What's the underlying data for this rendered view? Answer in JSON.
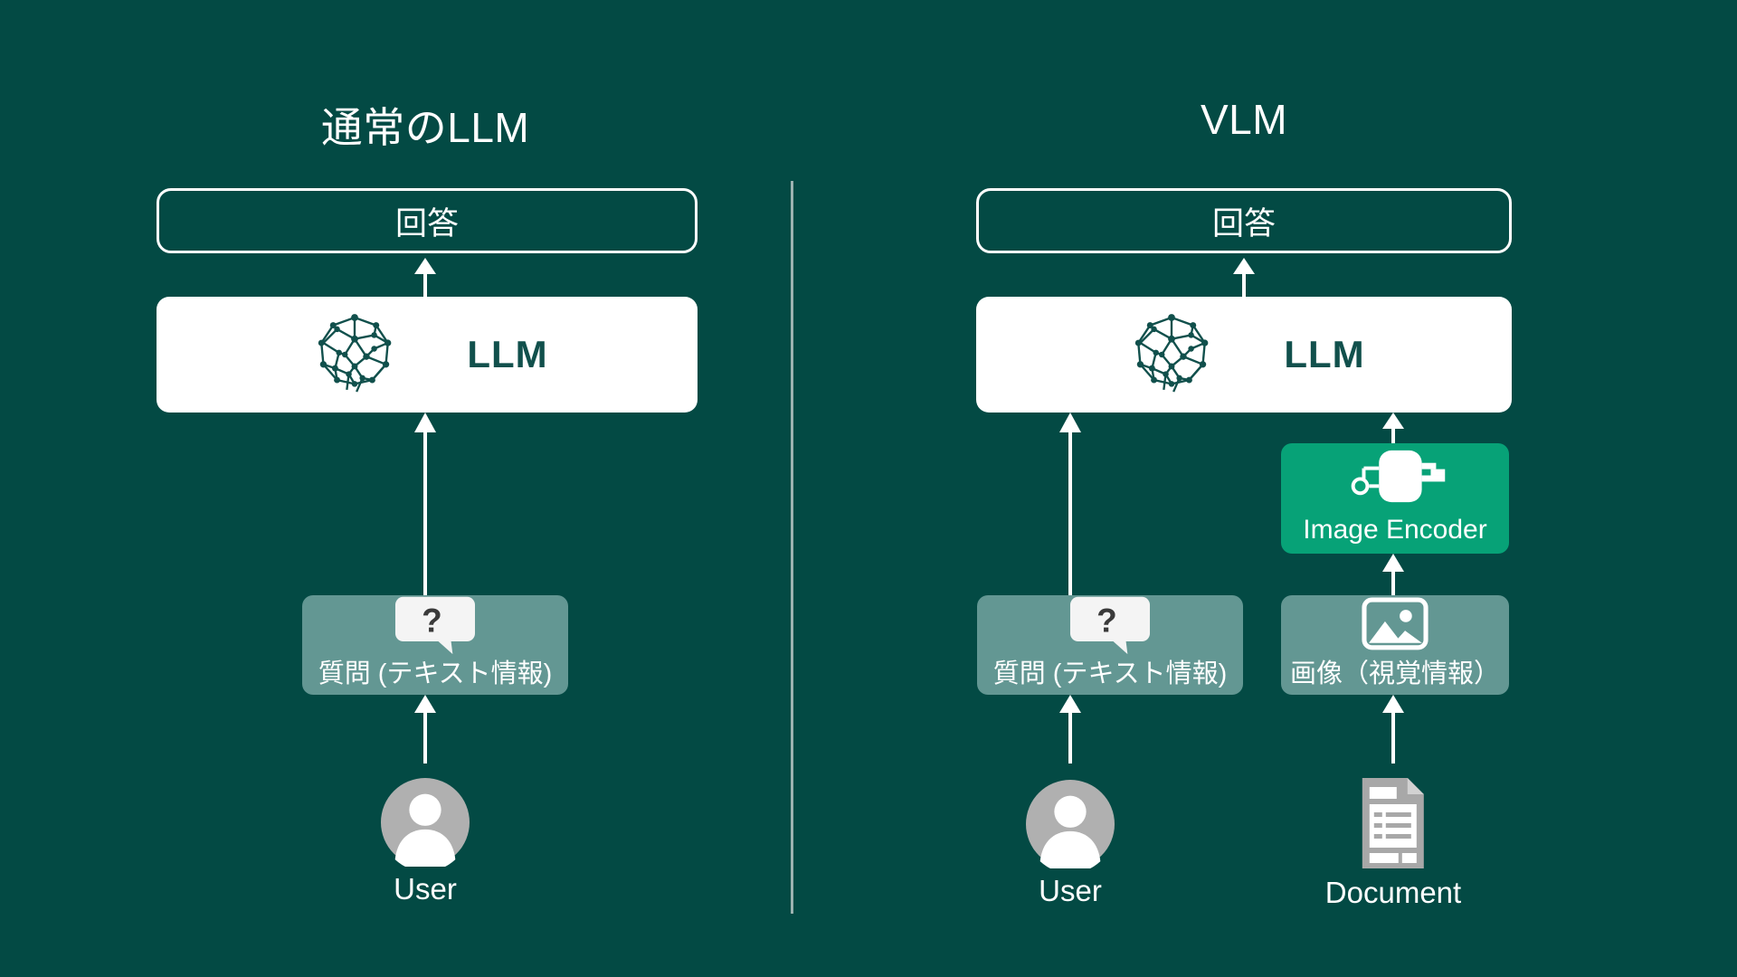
{
  "diagram": {
    "background_color": "#034a44",
    "panels": [
      {
        "id": "llm",
        "title": "通常のLLM",
        "nodes": {
          "answer": "回答",
          "model": "LLM",
          "question": "質問 (テキスト情報)",
          "user": "User"
        }
      },
      {
        "id": "vlm",
        "title": "VLM",
        "nodes": {
          "answer": "回答",
          "model": "LLM",
          "encoder": "Image Encoder",
          "question": "質問 (テキスト情報)",
          "image": "画像（視覚情報）",
          "user": "User",
          "document": "Document"
        }
      }
    ],
    "colors": {
      "background": "#034a44",
      "card_white": "#ffffff",
      "model_text": "#11504c",
      "encoder_green": "#07a277",
      "input_teal": "#639793",
      "icon_gray": "#b0b0b0",
      "divider": "#b9c6c4"
    },
    "icons": {
      "brain": "brain-network-icon",
      "chip": "chip-encoder-icon",
      "bubble": "question-bubble-icon",
      "picture": "picture-icon",
      "avatar": "user-avatar-icon",
      "document": "document-icon"
    }
  }
}
